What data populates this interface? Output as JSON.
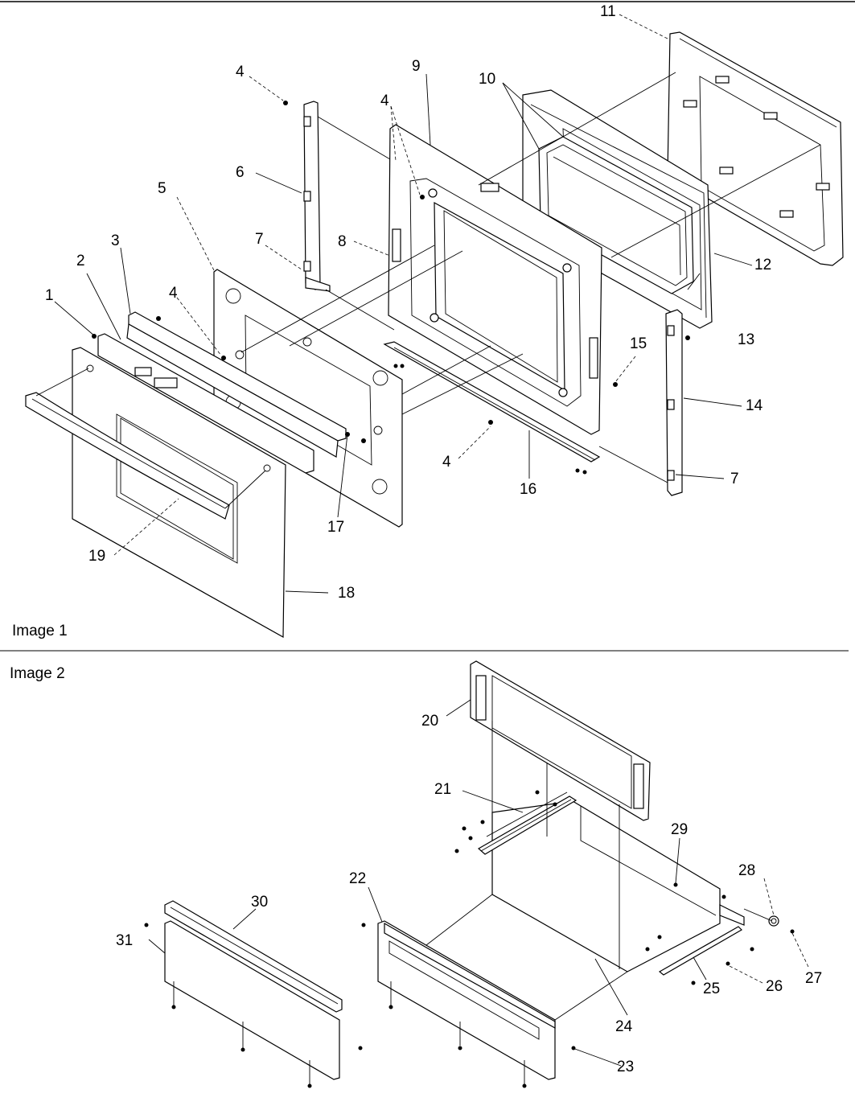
{
  "panels": [
    {
      "label": "Image 1"
    },
    {
      "label": "Image 2"
    }
  ],
  "callouts": [
    {
      "n": "1"
    },
    {
      "n": "2"
    },
    {
      "n": "3"
    },
    {
      "n": "4"
    },
    {
      "n": "4"
    },
    {
      "n": "4"
    },
    {
      "n": "4"
    },
    {
      "n": "5"
    },
    {
      "n": "6"
    },
    {
      "n": "7"
    },
    {
      "n": "7"
    },
    {
      "n": "8"
    },
    {
      "n": "9"
    },
    {
      "n": "10"
    },
    {
      "n": "11"
    },
    {
      "n": "12"
    },
    {
      "n": "13"
    },
    {
      "n": "14"
    },
    {
      "n": "15"
    },
    {
      "n": "16"
    },
    {
      "n": "17"
    },
    {
      "n": "18"
    },
    {
      "n": "19"
    },
    {
      "n": "20"
    },
    {
      "n": "21"
    },
    {
      "n": "22"
    },
    {
      "n": "23"
    },
    {
      "n": "24"
    },
    {
      "n": "25"
    },
    {
      "n": "26"
    },
    {
      "n": "27"
    },
    {
      "n": "28"
    },
    {
      "n": "29"
    },
    {
      "n": "30"
    },
    {
      "n": "31"
    }
  ]
}
